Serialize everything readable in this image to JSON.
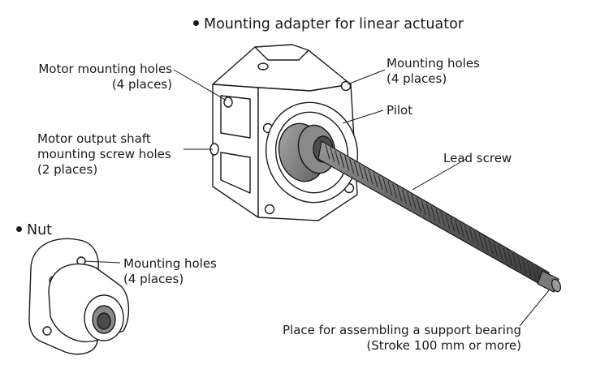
{
  "sections": {
    "adapter": "Mounting adapter for linear actuator",
    "nut": "Nut"
  },
  "labels": {
    "motor_mounting_holes": [
      "Motor mounting holes",
      "(4 places)"
    ],
    "adapter_mounting_holes": [
      "Mounting holes",
      "(4 places)"
    ],
    "pilot": "Pilot",
    "motor_output_shaft": [
      "Motor output shaft",
      "mounting screw holes",
      "(2 places)"
    ],
    "lead_screw": "Lead screw",
    "nut_mounting_holes": [
      "Mounting holes",
      "(4 places)"
    ],
    "support_bearing": [
      "Place for assembling a support bearing",
      "(Stroke 100 mm or more)"
    ]
  },
  "colors": {
    "ink": "#1a1a1a",
    "screw_fill": "#6b6b6b",
    "screw_groove": "#3a3a3a",
    "pilot_fill": "#8a8a8a",
    "paper": "#ffffff"
  }
}
